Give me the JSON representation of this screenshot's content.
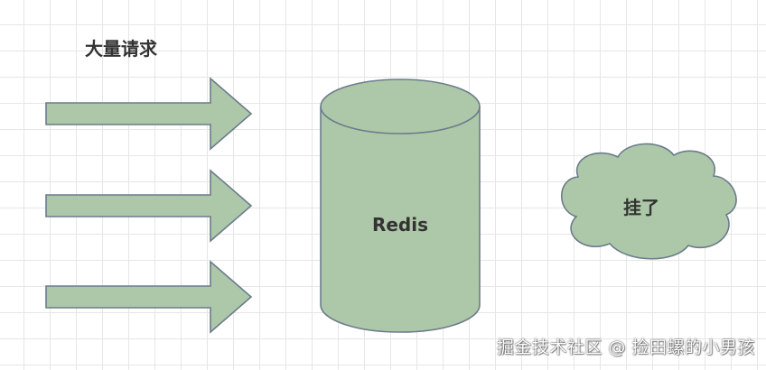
{
  "diagram": {
    "title": "大量请求",
    "cylinder_label": "Redis",
    "cloud_label": "挂了",
    "arrow_count": 3
  },
  "watermark": {
    "text": "掘金技术社区 @ 捡田螺的小男孩"
  },
  "colors": {
    "shape_fill": "#adc8a8",
    "shape_stroke": "#6b7b8c",
    "grid": "#e6e6e6",
    "text": "#333333"
  }
}
